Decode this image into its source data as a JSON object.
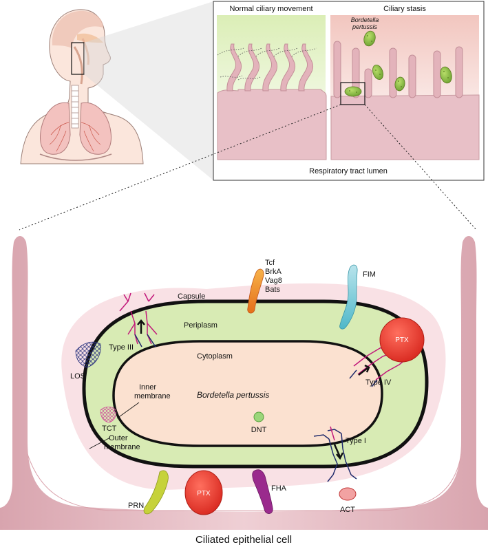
{
  "inset": {
    "normal_title": "Normal ciliary movement",
    "stasis_title": "Ciliary stasis",
    "bacterium_label_line1": "Bordetella",
    "bacterium_label_line2": "pertussis",
    "lumen_label": "Respiratory tract lumen"
  },
  "cell": {
    "organism": "Bordetella pertussis",
    "capsule": "Capsule",
    "periplasm": "Periplasm",
    "cytoplasm": "Cytoplasm",
    "inner_membrane_line1": "Inner",
    "inner_membrane_line2": "membrane",
    "outer_membrane_line1": "Outer",
    "outer_membrane_line2": "membrane",
    "bottom_label": "Ciliated epithelial cell"
  },
  "factors": {
    "adhesins": [
      "Tcf",
      "BrkA",
      "Vag8",
      "Bats"
    ],
    "fim": "FIM",
    "ptx_top": "PTX",
    "ptx_bottom": "PTX",
    "type3": "Type III",
    "type4": "Type IV",
    "type1": "Type I",
    "los": "LOS",
    "tct": "TCT",
    "dnt": "DNT",
    "act": "ACT",
    "prn": "PRN",
    "fha": "FHA"
  },
  "colors": {
    "cell_pink": "#e3b4bc",
    "periplasm_green": "#d8ebb4",
    "cytoplasm_peach": "#fbe1d0",
    "secretion_magenta": "#c2187a",
    "secretion_navy": "#1f2a6b",
    "ptx_red": "#e53935"
  }
}
